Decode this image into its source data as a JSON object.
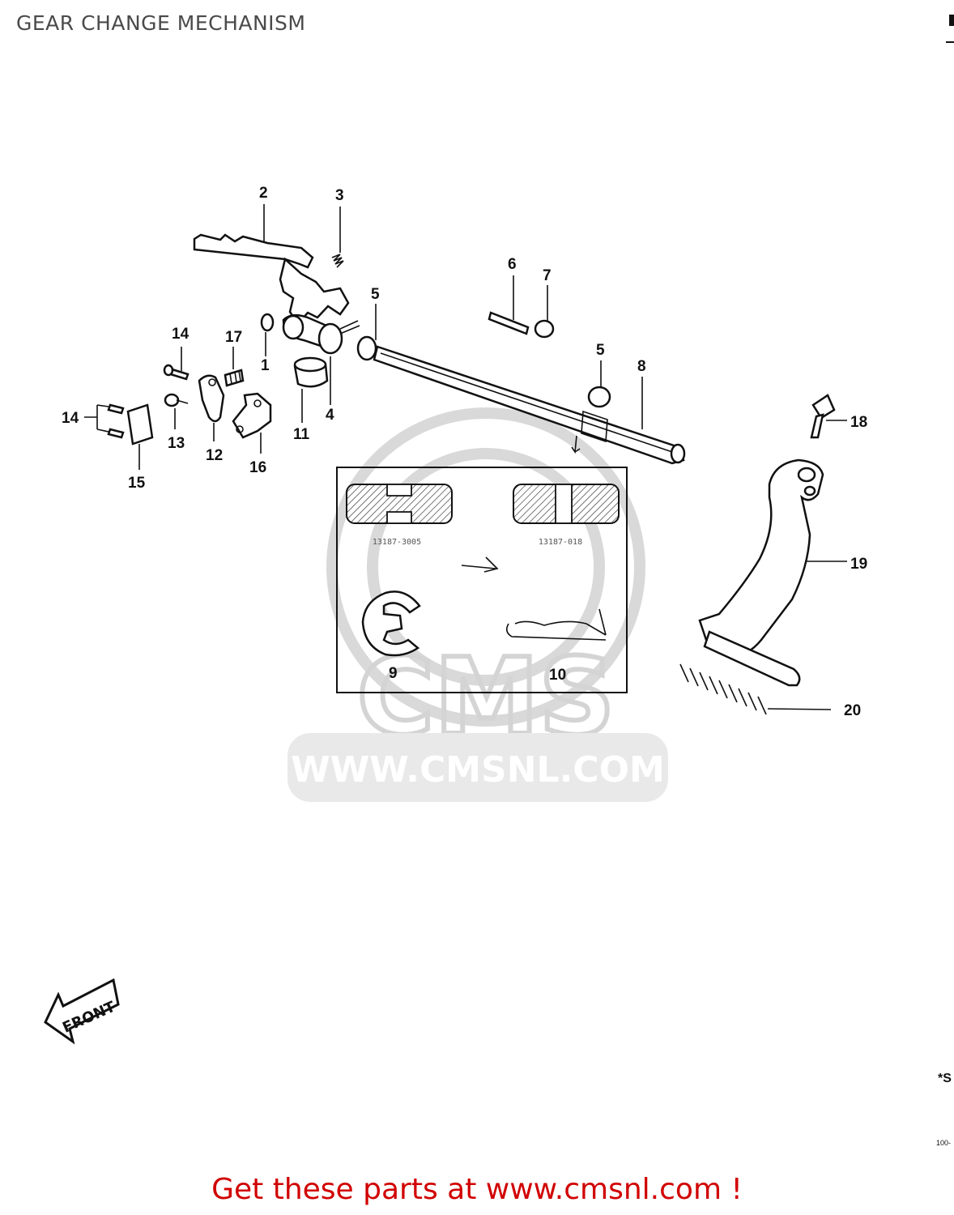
{
  "title": "GEAR CHANGE MECHANISM",
  "footer": "Get these parts at www.cmsnl.com !",
  "watermark": {
    "brand": "CMS",
    "url": "WWW.CMSNL.COM"
  },
  "front_arrow": "FRONT",
  "edge_marks": {
    "star_note": "*S",
    "page_code": "100-"
  },
  "callouts": {
    "c1": "1",
    "c2": "2",
    "c3": "3",
    "c4": "4",
    "c5a": "5",
    "c5b": "5",
    "c6": "6",
    "c7": "7",
    "c8": "8",
    "c9": "9",
    "c10": "10",
    "c11": "11",
    "c12": "12",
    "c13": "13",
    "c14a": "14",
    "c14b": "14",
    "c15": "15",
    "c16": "16",
    "c17": "17",
    "c18": "18",
    "c19": "19",
    "c20": "20"
  },
  "inset": {
    "left_label": "13187-3005",
    "right_label": "13187-018"
  },
  "colors": {
    "footer": "#d10000",
    "title": "#4a4a4a",
    "watermark": "#d9d9d9"
  }
}
